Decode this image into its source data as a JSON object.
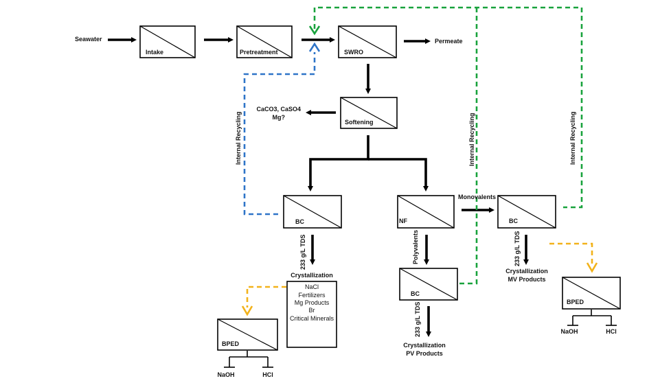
{
  "units": {
    "intake": "Intake",
    "pretreatment": "Pretreatment",
    "swro": "SWRO",
    "softening": "Softening",
    "bc_left": "BC",
    "nf": "NF",
    "bc_right": "BC",
    "bc_bottom": "BC",
    "bped_left": "BPED",
    "bped_right": "BPED"
  },
  "streams": {
    "seawater": "Seawater",
    "permeate": "Permeate",
    "softening_out_1": "CaCO3, CaSO4",
    "softening_out_2": "Mg?",
    "monovalents": "Monovalents",
    "polyvalents": "Polyvalents",
    "tds_1": "233 g/L TDS",
    "tds_2": "233 g/L TDS",
    "tds_3": "233 g/L TDS",
    "internal_recycling_blue": "Internal Recycling",
    "internal_recycling_green_1": "Internal Recycling",
    "internal_recycling_green_2": "Internal Recycling"
  },
  "crystallization": {
    "left_title": "Crystallization",
    "left_products": [
      "NaCl",
      "Fertilizers",
      "Mg Products",
      "Br",
      "Critical Minerals"
    ],
    "pv_line1": "Crystallization",
    "pv_line2": "PV Products",
    "mv_line1": "Crystallization",
    "mv_line2": "MV Products"
  },
  "bped_outputs": {
    "left_naoh": "NaOH",
    "left_hcl": "HCl",
    "right_naoh": "NaOH",
    "right_hcl": "HCl"
  },
  "colors": {
    "blue_recycle": "#2e74c8",
    "green_recycle": "#18a23c",
    "orange_stream": "#f2b21a"
  }
}
